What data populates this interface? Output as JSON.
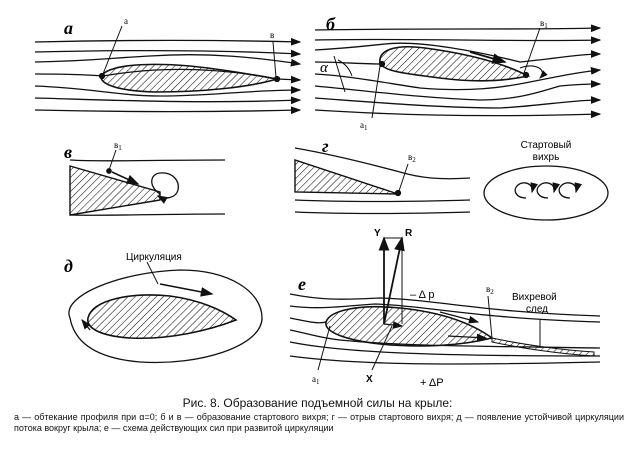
{
  "panels": {
    "a": {
      "letter": "а",
      "point_a": "а",
      "point_b": "в"
    },
    "b": {
      "letter": "б",
      "alpha": "α",
      "point_a1": "а",
      "point_a1_sub": "1",
      "point_b1": "в",
      "point_b1_sub": "1"
    },
    "v": {
      "letter": "в",
      "point_b1": "в",
      "point_b1_sub": "1"
    },
    "g": {
      "letter": "г",
      "point_b2": "в",
      "point_b2_sub": "2"
    },
    "vortex": {
      "line1": "Стартовый",
      "line2": "вихрь"
    },
    "d": {
      "letter": "д",
      "label": "Циркуляция"
    },
    "e": {
      "letter": "е",
      "Y": "Y",
      "R": "R",
      "minus_dp": "– Δ p",
      "plus_dp": "+ ΔP",
      "point_b2": "в",
      "point_b2_sub": "2",
      "wake_line1": "Вихревой",
      "wake_line2": "след",
      "point_a1": "а",
      "point_a1_sub": "1",
      "X": "X"
    }
  },
  "caption": {
    "title": "Рис. 8. Образование подъемной силы на крыле:",
    "body": "а — обтекание профиля при α=0; б и в — образование стартового вихря; г — отрыв стартового вихря; д — появление устойчивой циркуляции потока вокруг крыла; е — схема действующих сил при развитой циркуляции"
  }
}
